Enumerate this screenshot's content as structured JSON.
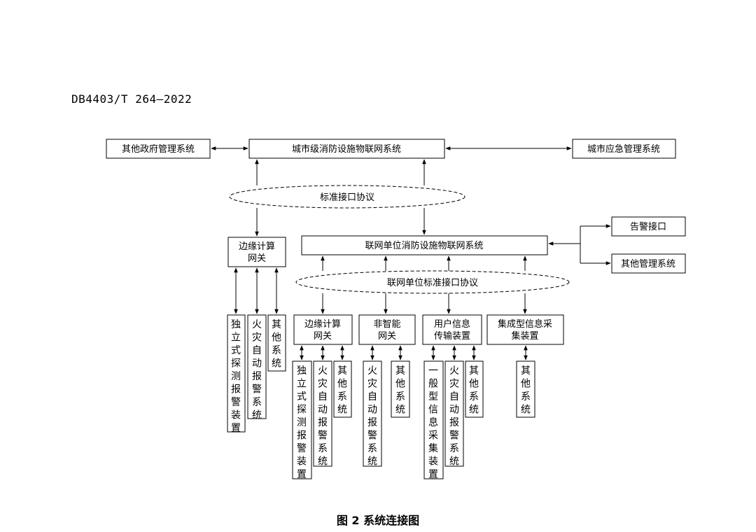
{
  "header": {
    "doc_code": "DB4403/T 264—2022"
  },
  "caption": {
    "text": "图 2   系统连接图"
  },
  "boxes": {
    "other_gov": "其他政府管理系统",
    "city_iot": "城市级消防设施物联网系统",
    "city_emergency": "城市应急管理系统",
    "alarm_iface": "告警接口",
    "other_mgmt": "其他管理系统",
    "edge_top_l1": "边缘计算",
    "edge_top_l2": "网关",
    "unit_iot": "联网单位消防设施物联网系统",
    "edge2_l1": "边缘计算",
    "edge2_l2": "网关",
    "nonsmart_l1": "非智能",
    "nonsmart_l2": "网关",
    "usertx_l1": "用户信息",
    "usertx_l2": "传输装置",
    "integrated_l1": "集成型信息采",
    "integrated_l2": "集装置"
  },
  "ellipses": {
    "std_protocol": "标准接口协议",
    "unit_std_protocol": "联网单位标准接口协议"
  },
  "vertical": {
    "v1": "独立式探测报警装置",
    "v2": "火灾自动报警系统",
    "v3": "其他系统",
    "v4": "独立式探测报警装置",
    "v5": "火灾自动报警系统",
    "v6": "其他系统",
    "v7": "火灾自动报警系统",
    "v8": "其他系统",
    "v9": "一般型信息采集装置",
    "v10": "火灾自动报警系统",
    "v11": "其他系统",
    "v12": "其他系统"
  }
}
